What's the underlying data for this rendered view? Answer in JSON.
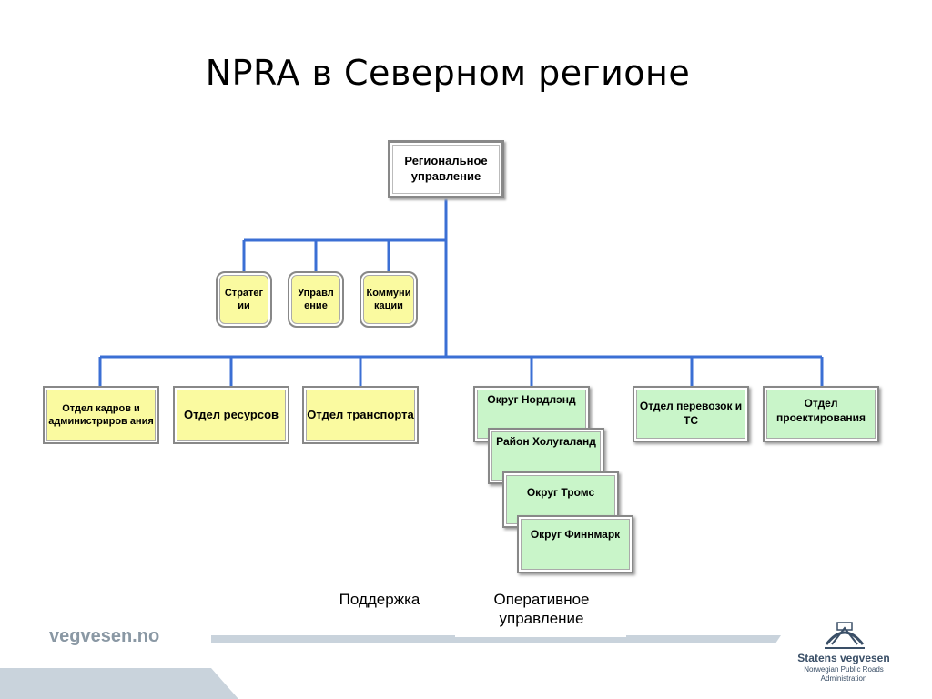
{
  "title": "NPRA в Северном регионе",
  "root": {
    "label": "Региональное управление"
  },
  "staff_units": [
    {
      "label": "Стратег ии"
    },
    {
      "label": "Управл ение"
    },
    {
      "label": "Коммуни кации"
    }
  ],
  "support_departments": [
    {
      "label": "Отдел кадров и администриров ания"
    },
    {
      "label": "Отдел ресурсов"
    },
    {
      "label": "Отдел транспорта"
    }
  ],
  "operational_districts": [
    {
      "label": "Округ Нордлэнд"
    },
    {
      "label": "Район Холугаланд"
    },
    {
      "label": "Округ Тромс"
    },
    {
      "label": "Округ Финнмарк"
    }
  ],
  "other_departments": [
    {
      "label": "Отдел перевозок и ТС"
    },
    {
      "label": "Отдел проектирования"
    }
  ],
  "captions": {
    "support": "Поддержка",
    "operations": "Оперативное управление"
  },
  "footer": {
    "website": "vegvesen.no",
    "logo_name": "Statens vegvesen",
    "logo_sub_1": "Norwegian Public Roads",
    "logo_sub_2": "Administration"
  },
  "colors": {
    "connector": "#3b6fd4",
    "support_box": "#fafaa0",
    "operations_box": "#c9f5c9"
  }
}
